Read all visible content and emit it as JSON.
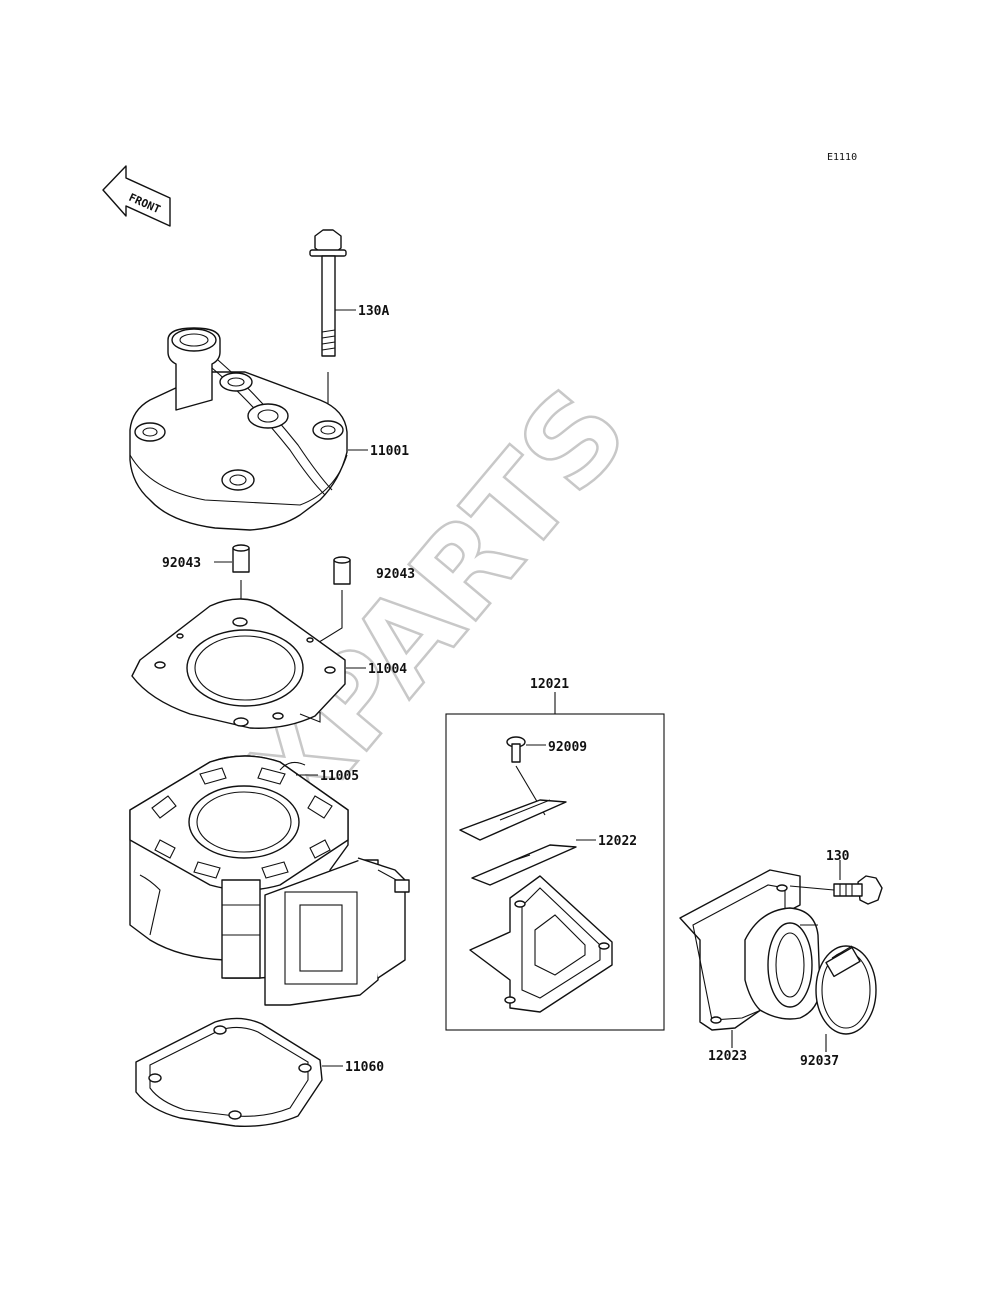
{
  "diagram": {
    "code": "E1110",
    "front_marker": "FRONT",
    "watermark": "XPARTS",
    "callouts": {
      "c130a": "130A",
      "c11001": "11001",
      "c92043_left": "92043",
      "c92043_right": "92043",
      "c11004": "11004",
      "c11005": "11005",
      "c11060": "11060",
      "c12021": "12021",
      "c92009": "92009",
      "c12022": "12022",
      "c12023": "12023",
      "c130": "130",
      "c92037": "92037"
    }
  }
}
